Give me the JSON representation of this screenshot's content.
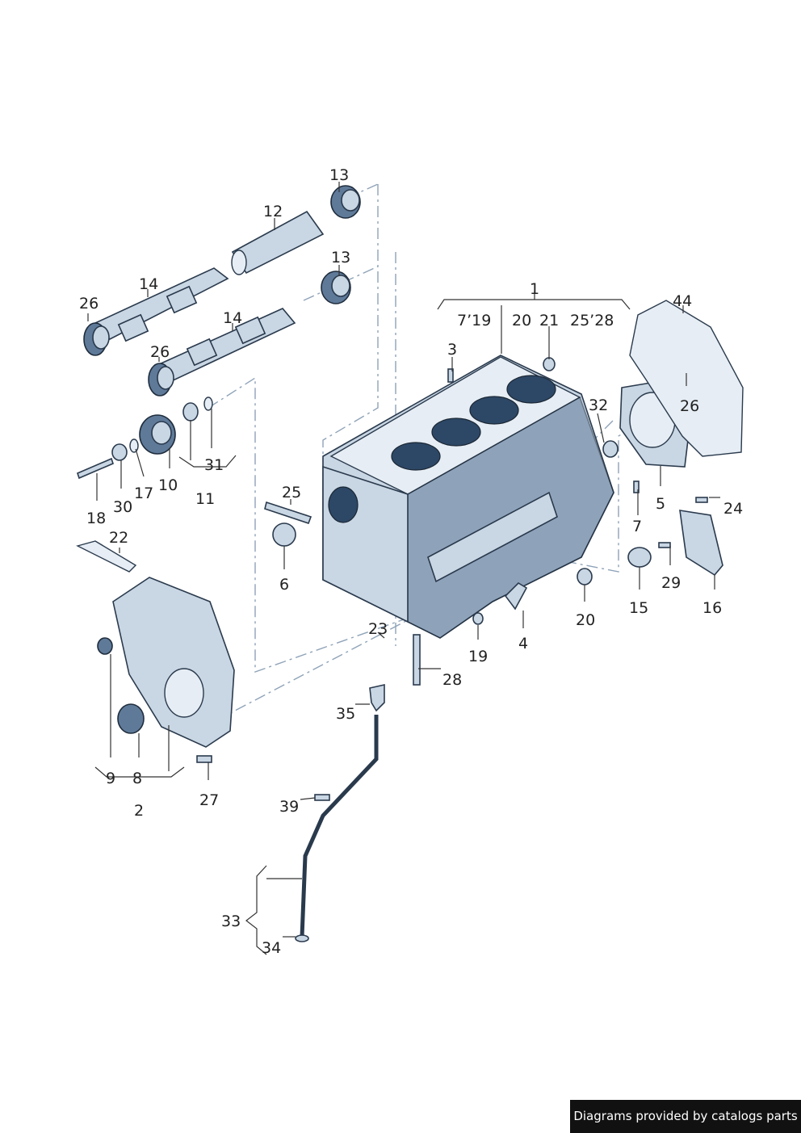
{
  "colors": {
    "part_fill": "#c9d6e3",
    "part_dark": "#5f7a99",
    "outline": "#2a3a4d",
    "leader": "#333333",
    "credit_bg": "#111111"
  },
  "labels": {
    "l1": "1",
    "l2": "2",
    "l3": "3",
    "l4": "4",
    "l5": "5",
    "l6": "6",
    "l7": "7",
    "l8": "8",
    "l9": "9",
    "l10": "10",
    "l11": "11",
    "l12": "12",
    "l13a": "13",
    "l13b": "13",
    "l14a": "14",
    "l14b": "14",
    "l15": "15",
    "l16": "16",
    "l17": "17",
    "l18": "18",
    "l19": "19",
    "l20a": "20",
    "l20b": "20",
    "l21": "21",
    "l22": "22",
    "l23": "23",
    "l24": "24",
    "l25a": "25",
    "l26a": "26",
    "l26b": "26",
    "l26c": "26",
    "l27": "27",
    "l28": "28",
    "l29": "29",
    "l30": "30",
    "l31": "31",
    "l32": "32",
    "l33": "33",
    "l34": "34",
    "l35": "35",
    "l39": "39",
    "l44": "44",
    "sub_719": "7’19",
    "sub_2528": "25’28"
  },
  "credit": "Diagrams provided by catalogs parts"
}
